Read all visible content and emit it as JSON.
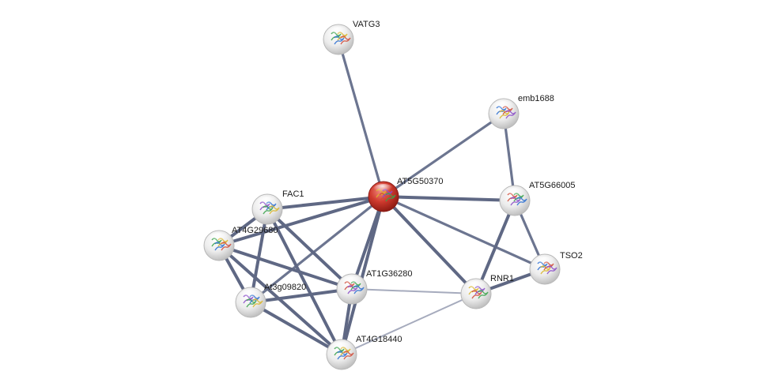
{
  "network": {
    "query_node": "AT5G50370",
    "nodes": [
      {
        "id": "VATG3",
        "label": "VATG3",
        "query": false
      },
      {
        "id": "emb1688",
        "label": "emb1688",
        "query": false
      },
      {
        "id": "AT5G50370",
        "label": "AT5G50370",
        "query": true
      },
      {
        "id": "AT5G66005",
        "label": "AT5G66005",
        "query": false
      },
      {
        "id": "FAC1",
        "label": "FAC1",
        "query": false
      },
      {
        "id": "AT4G29680",
        "label": "AT4G29680",
        "query": false
      },
      {
        "id": "TSO2",
        "label": "TSO2",
        "query": false
      },
      {
        "id": "RNR1",
        "label": "RNR1",
        "query": false
      },
      {
        "id": "AT1G36280",
        "label": "AT1G36280",
        "query": false
      },
      {
        "id": "At3g09820",
        "label": "At3g09820",
        "query": false
      },
      {
        "id": "AT4G18440",
        "label": "AT4G18440",
        "query": false
      }
    ],
    "edges": [
      {
        "source": "VATG3",
        "target": "AT5G50370",
        "strength": "medium"
      },
      {
        "source": "emb1688",
        "target": "AT5G50370",
        "strength": "medium"
      },
      {
        "source": "emb1688",
        "target": "AT5G66005",
        "strength": "medium"
      },
      {
        "source": "AT5G50370",
        "target": "AT5G66005",
        "strength": "strong"
      },
      {
        "source": "AT5G50370",
        "target": "FAC1",
        "strength": "strong"
      },
      {
        "source": "AT5G50370",
        "target": "AT4G29680",
        "strength": "strong"
      },
      {
        "source": "AT5G50370",
        "target": "TSO2",
        "strength": "medium"
      },
      {
        "source": "AT5G50370",
        "target": "RNR1",
        "strength": "strong"
      },
      {
        "source": "AT5G50370",
        "target": "AT1G36280",
        "strength": "strong"
      },
      {
        "source": "AT5G50370",
        "target": "At3g09820",
        "strength": "medium"
      },
      {
        "source": "AT5G50370",
        "target": "AT4G18440",
        "strength": "strong"
      },
      {
        "source": "AT5G66005",
        "target": "RNR1",
        "strength": "strong"
      },
      {
        "source": "AT5G66005",
        "target": "TSO2",
        "strength": "medium"
      },
      {
        "source": "TSO2",
        "target": "RNR1",
        "strength": "strong"
      },
      {
        "source": "FAC1",
        "target": "AT4G29680",
        "strength": "strong"
      },
      {
        "source": "FAC1",
        "target": "AT1G36280",
        "strength": "strong"
      },
      {
        "source": "FAC1",
        "target": "At3g09820",
        "strength": "strong"
      },
      {
        "source": "FAC1",
        "target": "AT4G18440",
        "strength": "strong"
      },
      {
        "source": "AT4G29680",
        "target": "AT1G36280",
        "strength": "strong"
      },
      {
        "source": "AT4G29680",
        "target": "At3g09820",
        "strength": "strong"
      },
      {
        "source": "AT4G29680",
        "target": "AT4G18440",
        "strength": "strong"
      },
      {
        "source": "AT1G36280",
        "target": "At3g09820",
        "strength": "strong"
      },
      {
        "source": "AT1G36280",
        "target": "AT4G18440",
        "strength": "strong"
      },
      {
        "source": "AT1G36280",
        "target": "RNR1",
        "strength": "weak"
      },
      {
        "source": "At3g09820",
        "target": "AT4G18440",
        "strength": "strong"
      },
      {
        "source": "RNR1",
        "target": "AT4G18440",
        "strength": "weak"
      }
    ]
  },
  "colors": {
    "edge_strong": "#5f6884",
    "edge_medium": "#6c7590",
    "edge_weak": "#a6abbd",
    "node_fill": "#f4f4f4",
    "node_stroke": "#b8b8b8",
    "query_fill": "#c8342a",
    "query_stroke": "#8a1a14"
  }
}
